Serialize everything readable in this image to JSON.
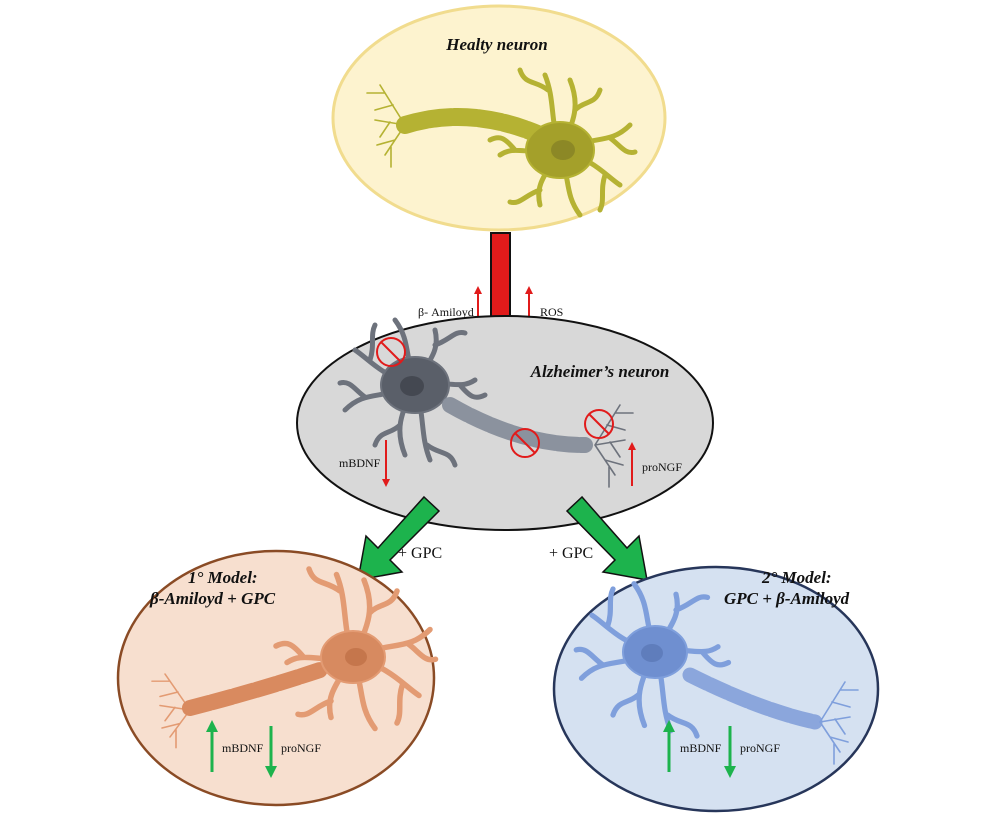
{
  "diagram": {
    "healthy": {
      "title": "Healty neuron"
    },
    "alzheimer": {
      "title": "Alzheimer’s neuron",
      "labels": {
        "beta": "β- Amiloyd",
        "ros": "ROS",
        "mbdnf": "mBDNF",
        "prongf": "proNGF"
      }
    },
    "arrows": {
      "gpc_left": "+ GPC",
      "gpc_right": "+ GPC"
    },
    "model1": {
      "title_line1": "1° Model:",
      "title_line2": "β-Amiloyd + GPC",
      "labels": {
        "mbdnf": "mBDNF",
        "prongf": "proNGF"
      }
    },
    "model2": {
      "title_line1": "2° Model:",
      "title_line2": "GPC + β-Amiloyd",
      "labels": {
        "mbdnf": "mBDNF",
        "prongf": "proNGF"
      }
    },
    "colors": {
      "healthy_fill": "#fdf3cf",
      "healthy_stroke": "#f1dc8e",
      "healthy_neuron": "#b5b233",
      "alz_fill": "#d8d8d8",
      "alz_stroke": "#111111",
      "alz_neuron": "#6d727c",
      "model1_fill": "#f7dfcf",
      "model1_stroke": "#8a4b25",
      "model1_neuron": "#e39b73",
      "model2_fill": "#d5e1f1",
      "model2_stroke": "#27365a",
      "model2_neuron": "#7f9fdc",
      "red": "#e11b1b",
      "green": "#1db34d"
    }
  }
}
